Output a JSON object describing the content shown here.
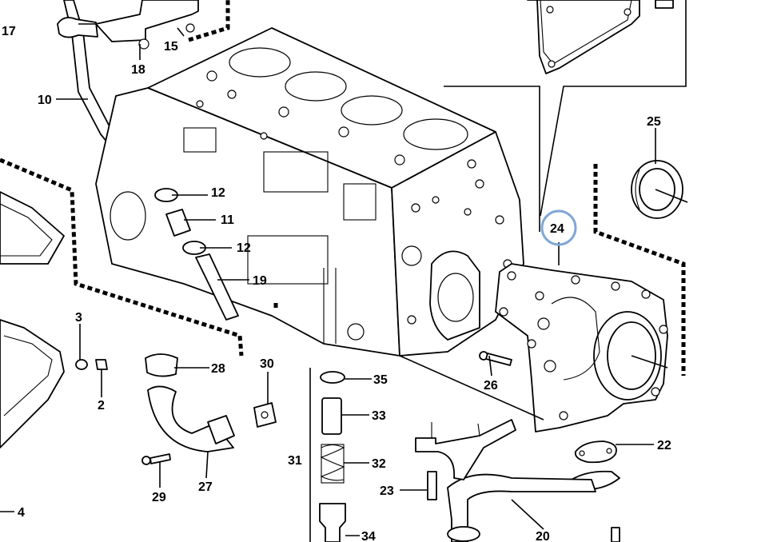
{
  "diagram": {
    "highlight_color": "#7fa7d6",
    "highlighted_part": "24",
    "callouts": {
      "c2": "2",
      "c3": "3",
      "c4": "4",
      "c10": "10",
      "c11": "11",
      "c12a": "12",
      "c12b": "12",
      "c15": "15",
      "c17": "17",
      "c18": "18",
      "c19": "19",
      "c20": "20",
      "c22": "22",
      "c23": "23",
      "c24": "24",
      "c25": "25",
      "c26": "26",
      "c27": "27",
      "c28": "28",
      "c29": "29",
      "c30": "30",
      "c31": "31",
      "c32": "32",
      "c33": "33",
      "c34": "34",
      "c35": "35"
    }
  }
}
